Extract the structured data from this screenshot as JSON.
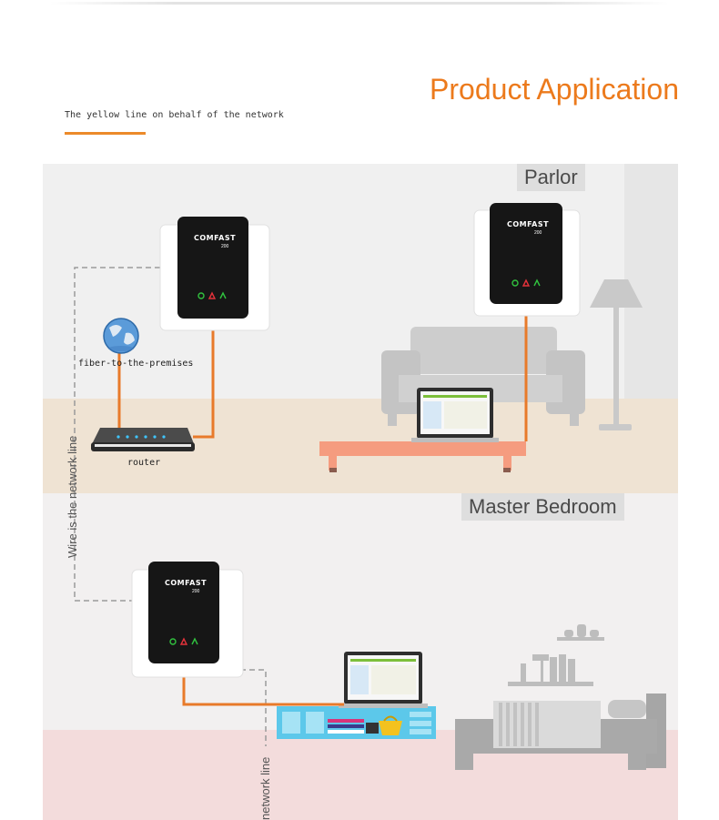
{
  "header": {
    "title": "Product Application",
    "subtitle": "The yellow line on behalf of the network"
  },
  "rooms": {
    "parlor": "Parlor",
    "bedroom": "Master Bedroom"
  },
  "devices": {
    "brand": "COMFAST",
    "speed": "200"
  },
  "labels": {
    "fiber": "fiber-to-the-premises",
    "router": "router",
    "wire_left": "Wire is the network line",
    "wire_bottom": "network line"
  },
  "colors": {
    "accent_orange": "#ec7a1c",
    "network_line": "#e87a2a",
    "dashed_line": "#9a9a9a",
    "table_salmon": "#f59c7f",
    "shelf_cyan": "#5cc8ea"
  }
}
